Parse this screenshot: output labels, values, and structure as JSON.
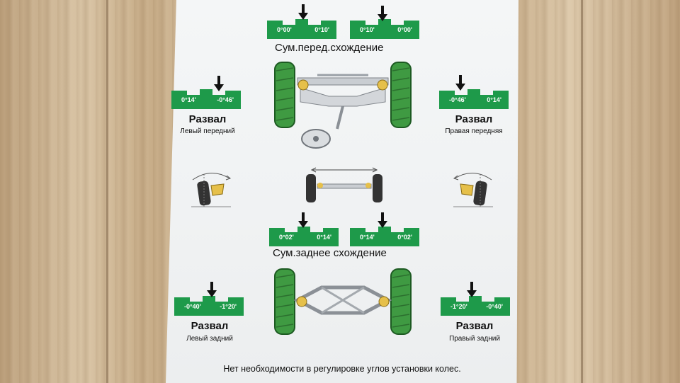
{
  "front": {
    "heading": "Сум.перед.схождение",
    "left_gauge": {
      "left": "0°00'",
      "right": "0°10'"
    },
    "right_gauge": {
      "left": "0°10'",
      "right": "0°00'"
    }
  },
  "front_left_camber": {
    "title": "Развал",
    "subtitle": "Левый передний",
    "left": "0°14'",
    "right": "-0°46'"
  },
  "front_right_camber": {
    "title": "Развал",
    "subtitle": "Правая передняя",
    "left": "-0°46'",
    "right": "0°14'"
  },
  "rear": {
    "heading": "Сум.заднее схождение",
    "left_gauge": {
      "left": "0°02'",
      "right": "0°14'"
    },
    "right_gauge": {
      "left": "0°14'",
      "right": "0°02'"
    }
  },
  "rear_left_camber": {
    "title": "Развал",
    "subtitle": "Левый задний",
    "left": "-0°40'",
    "right": "-1°20'"
  },
  "rear_right_camber": {
    "title": "Развал",
    "subtitle": "Правый задний",
    "left": "-1°20'",
    "right": "-0°40'"
  },
  "footer": "Нет необходимости в регулировке углов установки колес.",
  "colors": {
    "gauge_green": "#1e9a4a",
    "tire_green": "#3f9a42",
    "paper": "#f2f4f5"
  }
}
